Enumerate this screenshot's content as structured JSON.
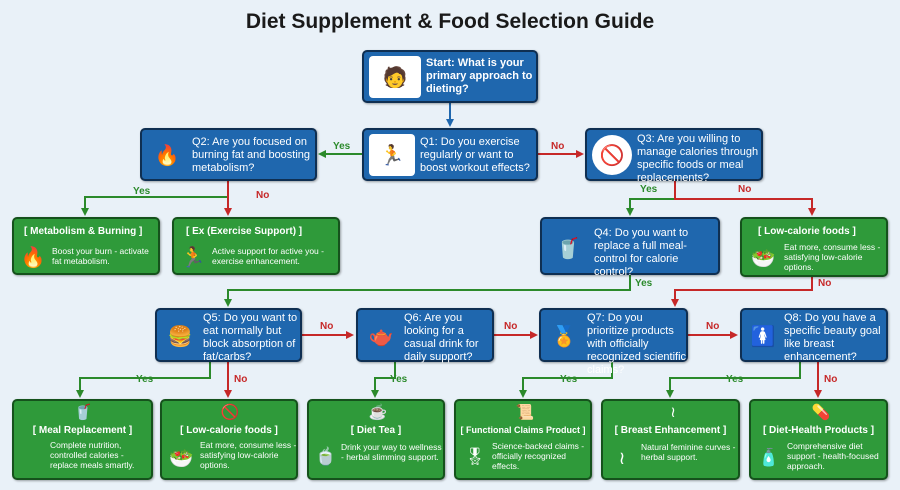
{
  "title": "Diet Supplement & Food Selection Guide",
  "start": {
    "text": "Start: What is your primary approach to dieting?",
    "icon": "dieting-person-icon"
  },
  "q1": {
    "text": "Q1: Do you exercise regularly or want to boost workout effects?",
    "icon": "runner-dumbbell-icon"
  },
  "q2": {
    "text": "Q2: Are you focused on burning fat and boosting metabolism?",
    "icon": "flame-icon"
  },
  "q3": {
    "text": "Q3: Are you willing to manage calories through specific foods or meal replacements?",
    "icon": "food-plate-no-icon"
  },
  "q4": {
    "text": "Q4: Do you want to replace a full meal-control for calorie control?",
    "icon": "shake-cookie-icon"
  },
  "q5": {
    "text": "Q5: Do you want to eat normally but block absorption of fat/carbs?",
    "icon": "burger-shield-icon"
  },
  "q6": {
    "text": "Q6: Are you looking for a casual drink for daily support?",
    "icon": "teapot-icon"
  },
  "q7": {
    "text": "Q7: Do you prioritize products with officially recognized scientific claims?",
    "icon": "certified-badge-icon"
  },
  "q8": {
    "text": "Q8: Do you have a specific beauty goal like breast enhancement?",
    "icon": "woman-icon"
  },
  "r_metabolism": {
    "title": "[ Metabolism & Burning ]",
    "desc": "Boost your burn - activate fat metabolism.",
    "icon": "fire-lightning-icon"
  },
  "r_exercise": {
    "title": "[ Ex (Exercise Support) ]",
    "desc": "Active support for active you - exercise enhancement.",
    "icon": "runner-icon"
  },
  "r_lowcal_top": {
    "title": "[ Low-calorie foods ]",
    "desc": "Eat more, consume less - satisfying low-calorie options.",
    "icon": "salad-bowl-icon"
  },
  "r_meal": {
    "title": "[ Meal Replacement ]",
    "desc": "Complete nutrition, controlled calories - replace meals smartly.",
    "icon": "shake-bar-icon"
  },
  "r_lowcal": {
    "title": "[ Low-calorie foods ]",
    "desc": "Eat more, consume less - satisfying low-calorie options.",
    "icon": "salad-bowl-icon"
  },
  "r_tea": {
    "title": "[ Diet Tea ]",
    "desc": "Drink your way to wellness - herbal slimming support.",
    "icon": "tea-cup-icon"
  },
  "r_functional": {
    "title": "[ Functional Claims Product ]",
    "desc": "Science-backed claims - officially recognized effects.",
    "icon": "certificate-icon"
  },
  "r_breast": {
    "title": "[ Breast Enhancement ]",
    "desc": "Natural feminine curves - herbal support.",
    "icon": "feminine-silhouette-icon"
  },
  "r_diethealth": {
    "title": "[ Diet-Health Products ]",
    "desc": "Comprehensive diet support - health-focused approach.",
    "icon": "supplement-bottle-icon"
  },
  "labels": {
    "yes": "Yes",
    "no": "No"
  },
  "colors": {
    "question": "#1f67ae",
    "result": "#2f9a3a",
    "yes_arrow": "#2b8a2b",
    "no_arrow": "#c62828",
    "flow_arrow": "#1f67ae"
  }
}
